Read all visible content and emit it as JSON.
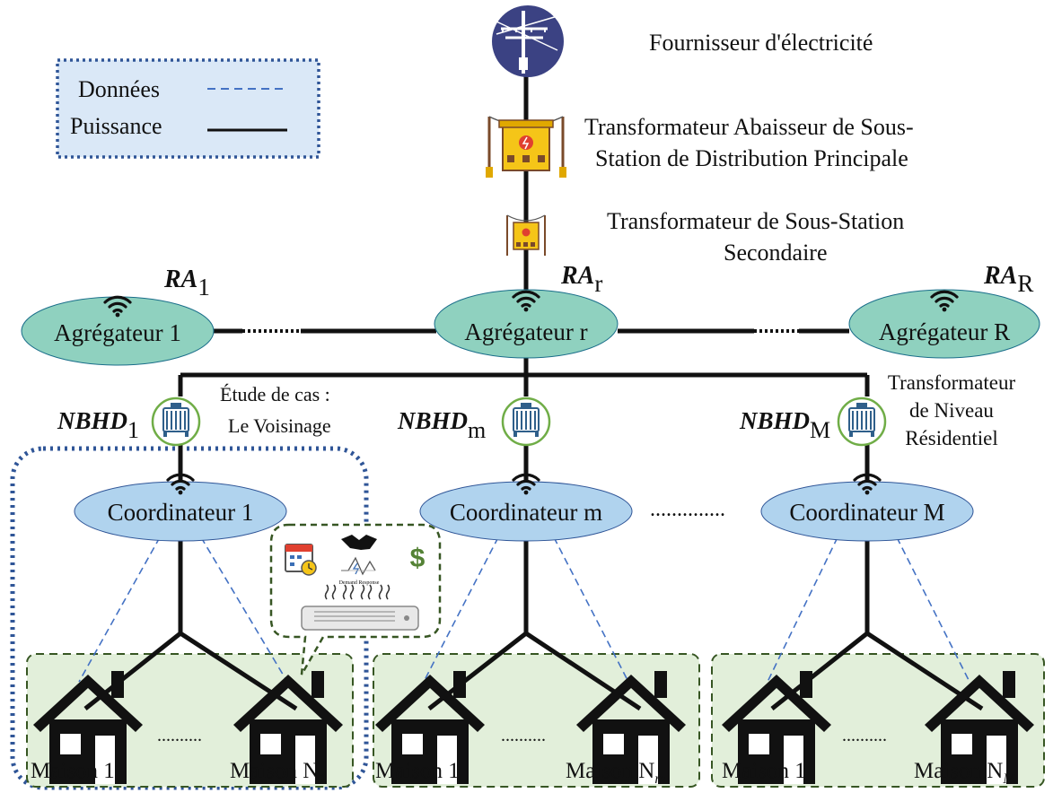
{
  "legend": {
    "data_label": "Données",
    "power_label": "Puissance"
  },
  "top": {
    "provider": "Fournisseur d'électricité",
    "main_substation_line1": "Transformateur Abaisseur de Sous-",
    "main_substation_line2": "Station de Distribution Principale",
    "secondary_substation_line1": "Transformateur de Sous-Station",
    "secondary_substation_line2": "Secondaire"
  },
  "aggregators": [
    {
      "label": "Agrégateur 1",
      "ra_main": "RA",
      "ra_sub": "1"
    },
    {
      "label": "Agrégateur r",
      "ra_main": "RA",
      "ra_sub": "r"
    },
    {
      "label": "Agrégateur R",
      "ra_main": "RA",
      "ra_sub": "R"
    }
  ],
  "case_study": {
    "line1": "Étude de cas :",
    "line2": "Le Voisinage"
  },
  "residential_transformer": {
    "line1": "Transformateur",
    "line2": "de Niveau",
    "line3": "Résidentiel"
  },
  "neighborhoods": [
    {
      "nbhd_main": "NBHD",
      "nbhd_sub": "1",
      "coordinator": "Coordinateur 1",
      "house_first": "Maison 1",
      "house_last_main": "Maison N",
      "house_last_sub": "1",
      "dots": ".........."
    },
    {
      "nbhd_main": "NBHD",
      "nbhd_sub": "m",
      "coordinator": "Coordinateur m",
      "house_first": "Maison 1",
      "house_last_main": "Maison N",
      "house_last_sub": "m",
      "dots": ".........."
    },
    {
      "nbhd_main": "NBHD",
      "nbhd_sub": "M",
      "coordinator": "Coordinateur M",
      "house_first": "Maison 1",
      "house_last_main": "Maison N",
      "house_last_sub": "M",
      "dots": ".........."
    }
  ],
  "coordinator_dots": "..............",
  "demand_response": {
    "label": "Demand Response"
  },
  "colors": {
    "aggregator_fill": "#8fd1bf",
    "coordinator_fill": "#b0d3ee",
    "house_area_fill": "#e2efda",
    "house_area_border": "#375623",
    "neighborhood_border": "#2f5597",
    "legend_fill": "#dae8f7",
    "data_line": "#4472c4",
    "transformer_ring": "#70ad47",
    "provider_circle": "#3b4283",
    "substation_yellow": "#f5c518",
    "dollar_green": "#548235"
  }
}
